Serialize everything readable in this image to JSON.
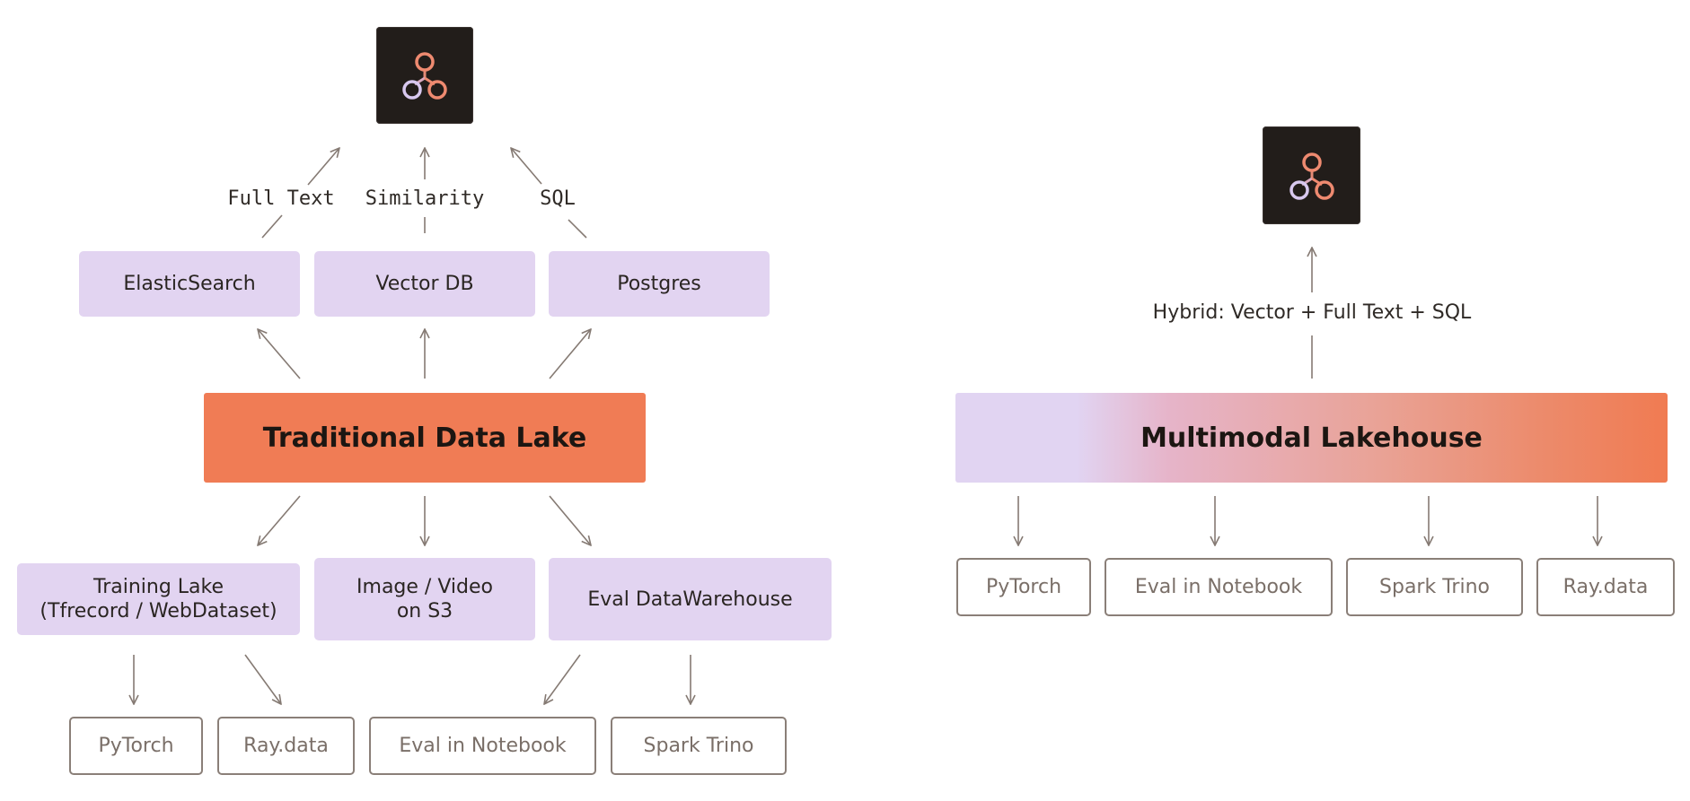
{
  "left": {
    "query_labels": [
      "Full Text",
      "Similarity",
      "SQL"
    ],
    "engines": [
      "ElasticSearch",
      "Vector DB",
      "Postgres"
    ],
    "lake_title": "Traditional Data Lake",
    "stores": [
      {
        "line1": "Training Lake",
        "line2": "(Tfrecord / WebDataset)"
      },
      {
        "line1": "Image / Video",
        "line2": "on S3"
      },
      {
        "line1": "Eval DataWarehouse",
        "line2": ""
      }
    ],
    "consumers": [
      "PyTorch",
      "Ray.data",
      "Eval in Notebook",
      "Spark Trino"
    ]
  },
  "right": {
    "hybrid_label": "Hybrid: Vector + Full Text + SQL",
    "lakehouse_title": "Multimodal Lakehouse",
    "consumers": [
      "PyTorch",
      "Eval in Notebook",
      "Spark Trino",
      "Ray.data"
    ]
  },
  "colors": {
    "logo_bg": "#221d1a",
    "node_purple": "#e2d4f1",
    "lake_orange": "#f07c55",
    "arrow_gray": "#857a73",
    "logo_node_orange": "#ee8a70",
    "logo_node_lavender": "#d8c8ef"
  },
  "icons": [
    "app-logo-icon"
  ]
}
